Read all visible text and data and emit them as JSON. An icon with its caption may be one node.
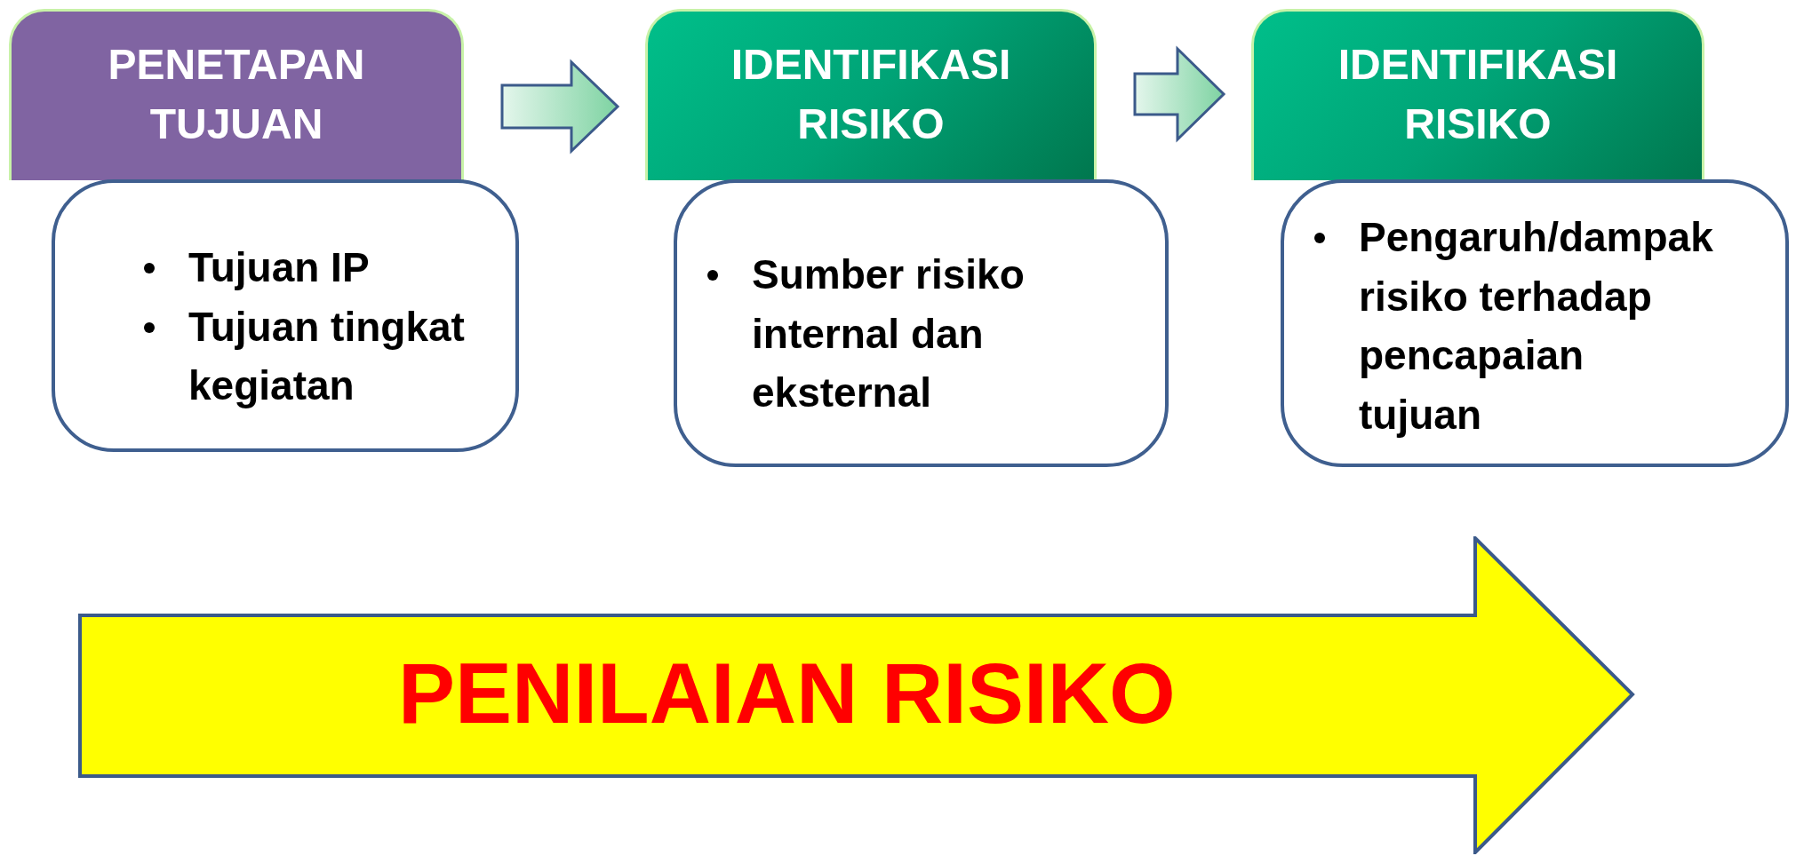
{
  "diagram": {
    "nodes": [
      {
        "text": [
          "PENETAPAN TUJUAN"
        ]
      },
      {
        "text": [
          "Tujuan IP",
          "Tujuan tingkat kegiatan"
        ]
      },
      {
        "text": [
          "IDENTIFIKASI RISIKO"
        ]
      },
      {
        "text": [
          "Sumber risiko internal dan eksternal"
        ]
      },
      {
        "text": [
          "IDENTIFIKASI RISIKO"
        ]
      },
      {
        "text": [
          "Pengaruh/dampak risiko terhadap pencapaian tujuan"
        ]
      },
      {
        "text": [
          "PENILAIAN RISIKO"
        ]
      }
    ],
    "edges": [
      {
        "from": 0,
        "to": 2,
        "arrow": "to"
      },
      {
        "from": 2,
        "to": 4,
        "arrow": "to"
      }
    ]
  }
}
